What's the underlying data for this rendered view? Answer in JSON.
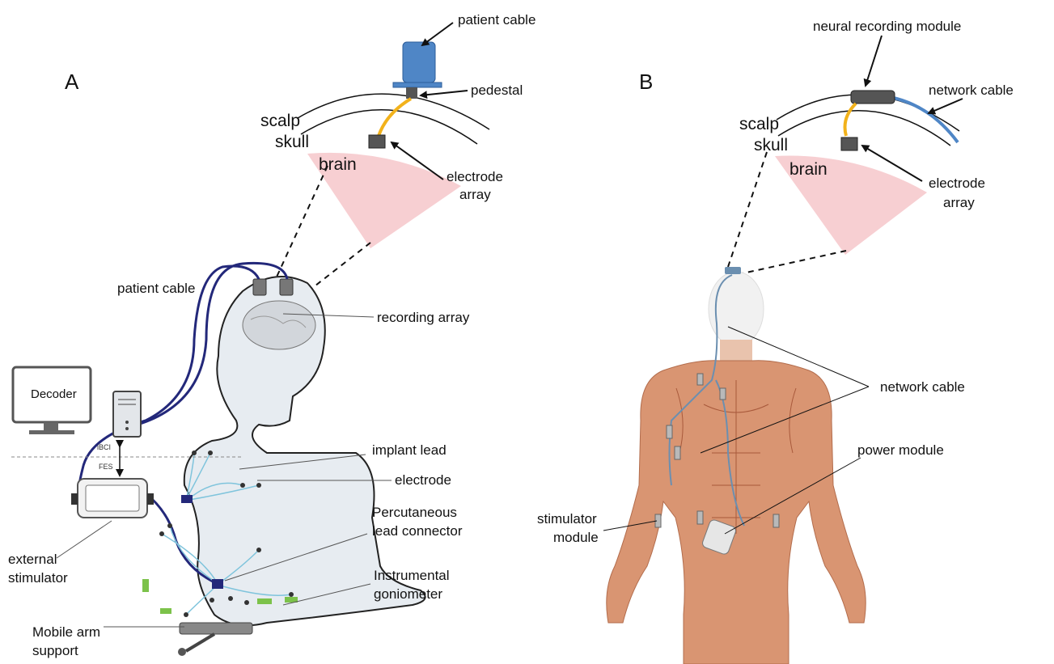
{
  "panel_a": {
    "letter": "A",
    "inset": {
      "patient_cable": "patient cable",
      "pedestal": "pedestal",
      "scalp": "scalp",
      "skull": "skull",
      "brain": "brain",
      "electrode_array_1": "electrode",
      "electrode_array_2": "array"
    },
    "body": {
      "patient_cable": "patient cable",
      "recording_array": "recording array",
      "decoder": "Decoder",
      "ibci": "iBCI",
      "fes": "FES",
      "implant_lead": "implant lead",
      "electrode": "electrode",
      "percutaneous_1": "Percutaneous",
      "percutaneous_2": "lead connector",
      "instrumental_1": "Instrumental",
      "instrumental_2": "goniometer",
      "external_stim_1": "external",
      "external_stim_2": "stimulator",
      "mobile_arm_1": "Mobile arm",
      "mobile_arm_2": "support"
    }
  },
  "panel_b": {
    "letter": "B",
    "inset": {
      "neural_recording_module": "neural recording module",
      "network_cable": "network cable",
      "scalp": "scalp",
      "skull": "skull",
      "brain": "brain",
      "electrode_array_1": "electrode",
      "electrode_array_2": "array"
    },
    "body": {
      "network_cable": "network cable",
      "power_module": "power module",
      "stimulator_1": "stimulator",
      "stimulator_2": "module"
    }
  },
  "colors": {
    "brain_pink": "#f7cfd2",
    "pedestal_blue": "#4f86c6",
    "gold_wire": "#f2b21b",
    "cable_navy": "#23287a",
    "lead_cyan": "#7fc4dc",
    "skin": "#d99572",
    "muscle": "#c46e4e",
    "body_grey": "#e7ecf1",
    "goniometer_green": "#7cc24a"
  }
}
